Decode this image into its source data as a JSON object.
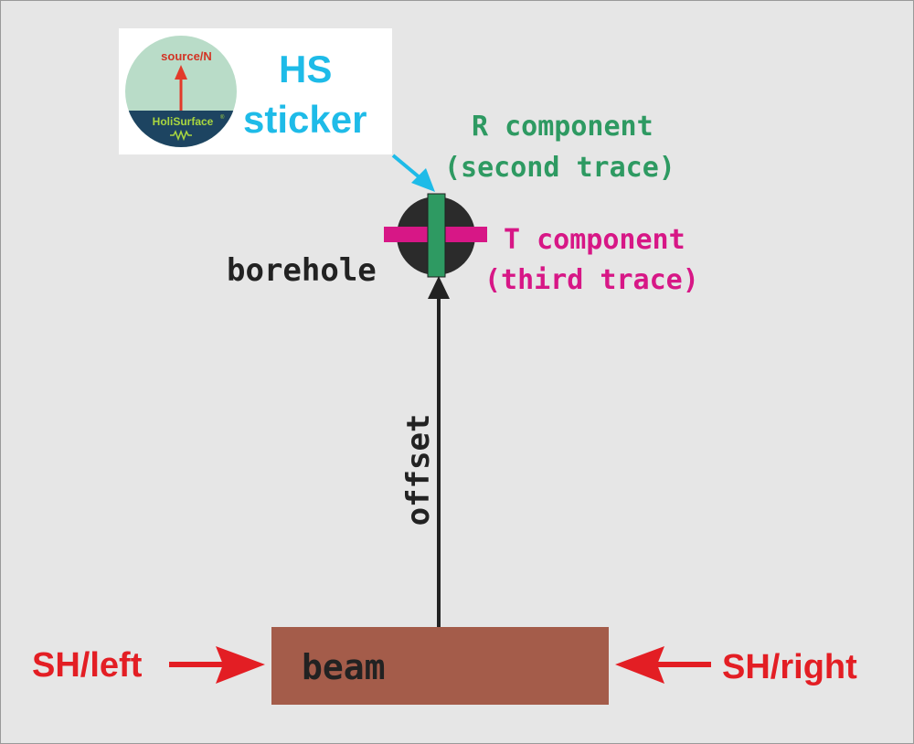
{
  "sticker": {
    "top_text": "source/N",
    "bottom_text": "HoliSurface",
    "trademark": "®",
    "title_line1": "HS",
    "title_line2": "sticker"
  },
  "labels": {
    "r_line1": "R component",
    "r_line2": "(second trace)",
    "t_line1": "T component",
    "t_line2": "(third trace)",
    "borehole": "borehole",
    "offset": "offset",
    "beam": "beam",
    "sh_left": "SH/left",
    "sh_right": "SH/right"
  },
  "colors": {
    "background": "#e6e6e6",
    "hs_blue": "#1ebbe8",
    "r_green": "#2e9a62",
    "t_magenta": "#d71786",
    "sh_red": "#e31e24",
    "beam_brown": "#a45c4a",
    "borehole_dark": "#2b2b2b",
    "sticker_mint": "#b9dcc8",
    "sticker_navy": "#1d4461"
  }
}
